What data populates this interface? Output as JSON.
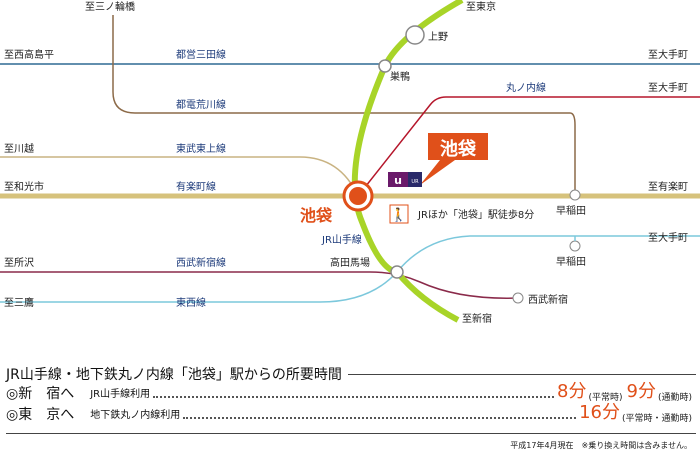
{
  "map": {
    "directions": {
      "minowabashi": "至三ノ輪橋",
      "tokyo": "至東京",
      "nishitakashimadaira": "至西高島平",
      "otemachi1": "至大手町",
      "otemachi2": "至大手町",
      "kawagoe": "至川越",
      "wakoshi": "至和光市",
      "yurakucho": "至有楽町",
      "tokorozawa": "至所沢",
      "otemachi3": "至大手町",
      "mitaka": "至三鷹",
      "shinjuku": "至新宿"
    },
    "lines": {
      "mita": "都営三田線",
      "arakawa": "都電荒川線",
      "marunouchi": "丸ノ内線",
      "tojo": "東武東上線",
      "yurakucho": "有楽町線",
      "yamanote": "JR山手線",
      "seibu": "西武新宿線",
      "tozai": "東西線"
    },
    "stations": {
      "ueno": "上野",
      "sugamo": "巣鴨",
      "ikebukuro": "池袋",
      "waseda1": "早稲田",
      "waseda2": "早稲田",
      "takadanobaba": "高田馬場",
      "seibushinjuku": "西武新宿"
    },
    "callout": "池袋",
    "logo_text": "UR",
    "walk_note": "JRほか「池袋」駅徒歩8分",
    "colors": {
      "yamanote": "#a8d428",
      "yurakucho": "#d6c27c",
      "marunouchi": "#b5162b",
      "mita": "#2e6a94",
      "arakawa": "#8c6a48",
      "tojo": "#c9b382",
      "seibu": "#8a2a4a",
      "tozai": "#7cc8dc",
      "accent": "#e0501a"
    }
  },
  "footer": {
    "title": "JR山手線・地下鉄丸ノ内線「池袋」駅からの所要時間",
    "rows": [
      {
        "dest": "◎新　宿へ",
        "via": "JR山手線利用",
        "t1": "8分",
        "n1": "(平常時)",
        "t2": "9分",
        "n2": "(通勤時)"
      },
      {
        "dest": "◎東　京へ",
        "via": "地下鉄丸ノ内線利用",
        "t1": "16分",
        "n1": "(平常時・通勤時)"
      }
    ],
    "note": "平成17年4月現在　※乗り換え時間は含みません。"
  }
}
